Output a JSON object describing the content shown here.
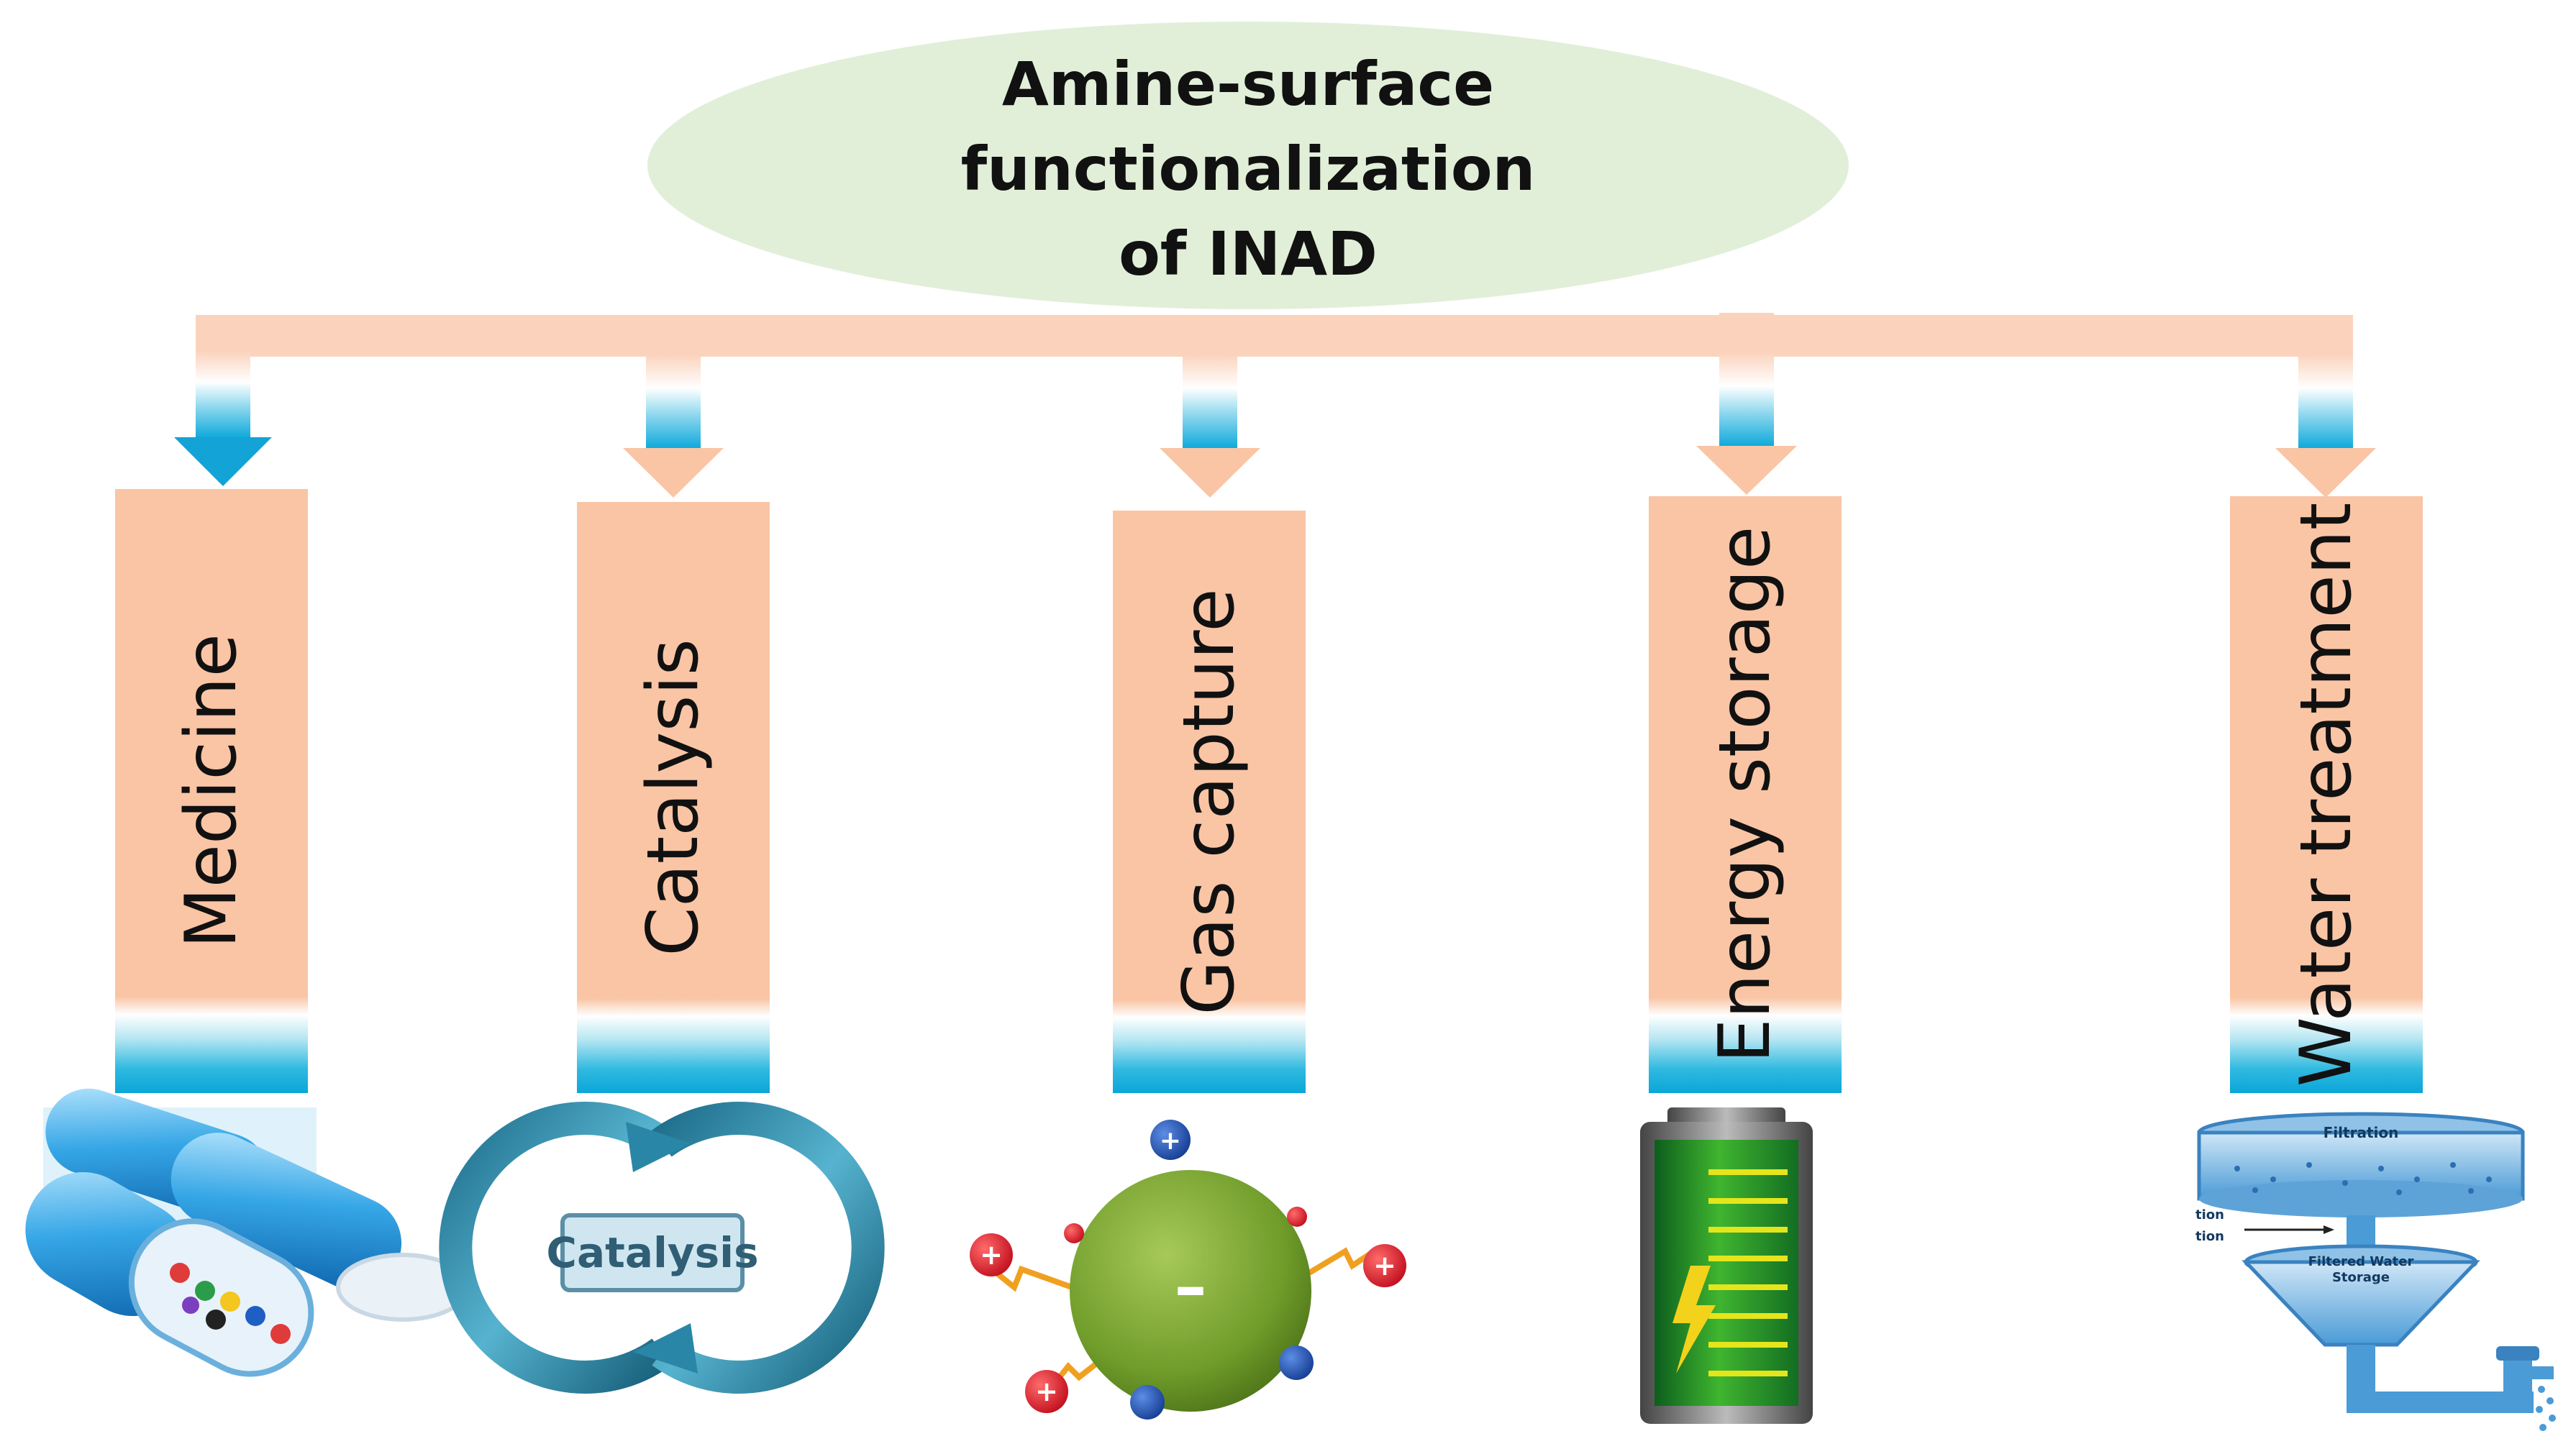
{
  "title": {
    "lines": [
      "Amine-surface",
      "functionalization",
      "of INAD"
    ]
  },
  "applications": [
    {
      "label": "Medicine",
      "icon": "medicine-capsules-icon"
    },
    {
      "label": "Catalysis",
      "icon": "catalysis-cycle-icon"
    },
    {
      "label": "Gas capture",
      "icon": "gas-capture-particle-icon"
    },
    {
      "label": "Energy storage",
      "icon": "battery-icon"
    },
    {
      "label": "Water treatment",
      "icon": "water-filtration-icon"
    }
  ],
  "icon_text": {
    "catalysis_badge": "Catalysis",
    "filtration_top": "Filtration",
    "filtration_bottom_1": "Filtered Water",
    "filtration_bottom_2": "Storage",
    "filtration_side_1": "tion",
    "filtration_side_2": "tion",
    "particle_core": "–",
    "charge_plus": "+"
  },
  "colors": {
    "title_fill": "#e1efd9",
    "connector": "#fbd3bd",
    "bar_fill": "#f9c5a5",
    "accent_blue": "#0aa6d8",
    "particle_green": "#6f9c2a",
    "charge_red": "#d7192a",
    "charge_blue": "#1a4fa8"
  }
}
